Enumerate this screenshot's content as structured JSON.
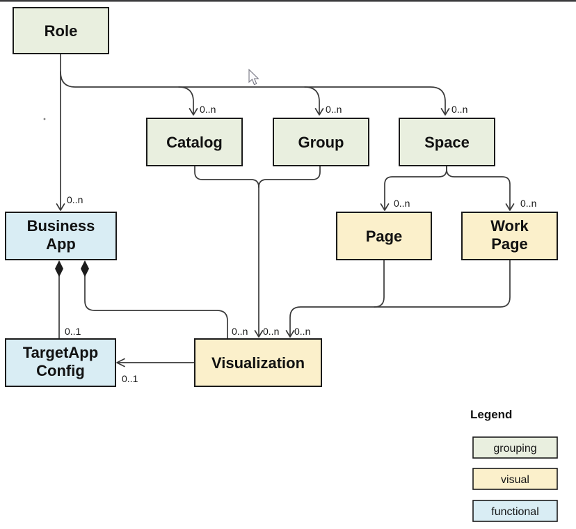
{
  "colors": {
    "grouping": "#e9efdf",
    "visual": "#fbf0cb",
    "functional": "#d9edf4",
    "line": "#3a3a3a",
    "top_border": "#3c3c3e"
  },
  "nodes": {
    "role": {
      "label": "Role"
    },
    "catalog": {
      "label": "Catalog"
    },
    "group": {
      "label": "Group"
    },
    "space": {
      "label": "Space"
    },
    "business_app": {
      "line1": "Business",
      "line2": "App"
    },
    "page": {
      "label": "Page"
    },
    "work_page": {
      "line1": "Work",
      "line2": "Page"
    },
    "targetapp_config": {
      "line1": "TargetApp",
      "line2": "Config"
    },
    "visualization": {
      "label": "Visualization"
    }
  },
  "edges": {
    "role_to_business_app": {
      "multiplicity": "0..n"
    },
    "role_to_catalog": {
      "multiplicity": "0..n"
    },
    "role_to_group": {
      "multiplicity": "0..n"
    },
    "role_to_space": {
      "multiplicity": "0..n"
    },
    "space_to_page": {
      "multiplicity": "0..n"
    },
    "space_to_work_page": {
      "multiplicity": "0..n"
    },
    "business_app_to_targetapp_config": {
      "multiplicity": "0..1"
    },
    "business_app_to_visualization": {
      "multiplicity": "0..n"
    },
    "catalog_group_to_visualization": {
      "multiplicity": "0..n"
    },
    "pages_to_visualization": {
      "multiplicity": "0..n"
    },
    "visualization_to_targetapp_config": {
      "multiplicity": "0..1"
    }
  },
  "legend": {
    "title": "Legend",
    "items": [
      {
        "label": "grouping"
      },
      {
        "label": "visual"
      },
      {
        "label": "functional"
      }
    ]
  }
}
